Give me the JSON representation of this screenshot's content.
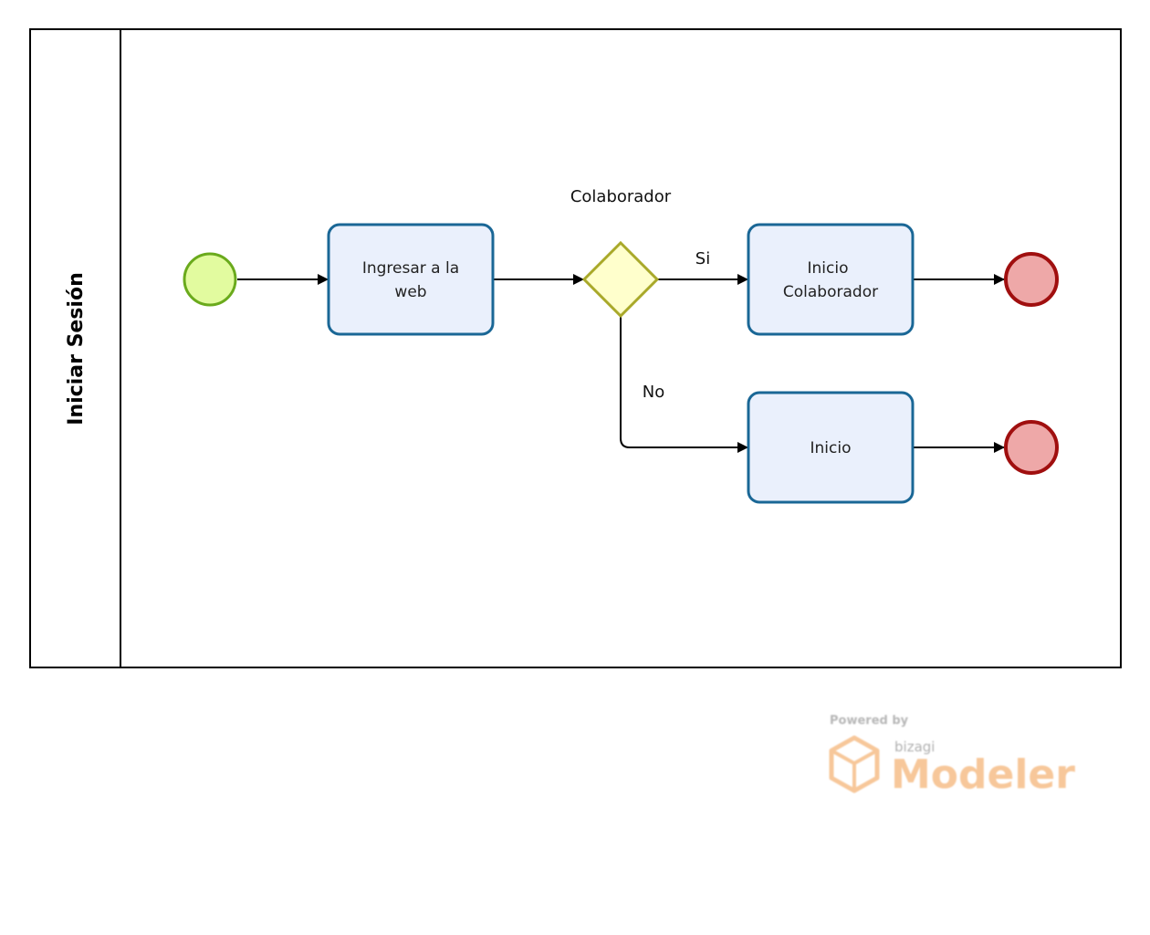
{
  "pool": {
    "lane_title": "Iniciar Sesión"
  },
  "tasks": {
    "ingresar_line1": "Ingresar a la",
    "ingresar_line2": "web",
    "colaborador_line1": "Inicio",
    "colaborador_line2": "Colaborador",
    "inicio": "Inicio"
  },
  "gateway": {
    "label": "Colaborador"
  },
  "flows": {
    "yes_label": "Si",
    "no_label": "No"
  },
  "watermark": {
    "powered_by": "Powered by",
    "brand": "bizagi",
    "product": "Modeler"
  },
  "colors": {
    "task_fill": "#eaf0fc",
    "task_stroke": "#1a6796",
    "start_fill": "#e2fb9f",
    "start_stroke": "#6aaa1c",
    "end_fill": "#eea8a8",
    "end_stroke": "#a00f0f",
    "gateway_fill": "#ffffcc",
    "gateway_stroke": "#a9a92a"
  }
}
